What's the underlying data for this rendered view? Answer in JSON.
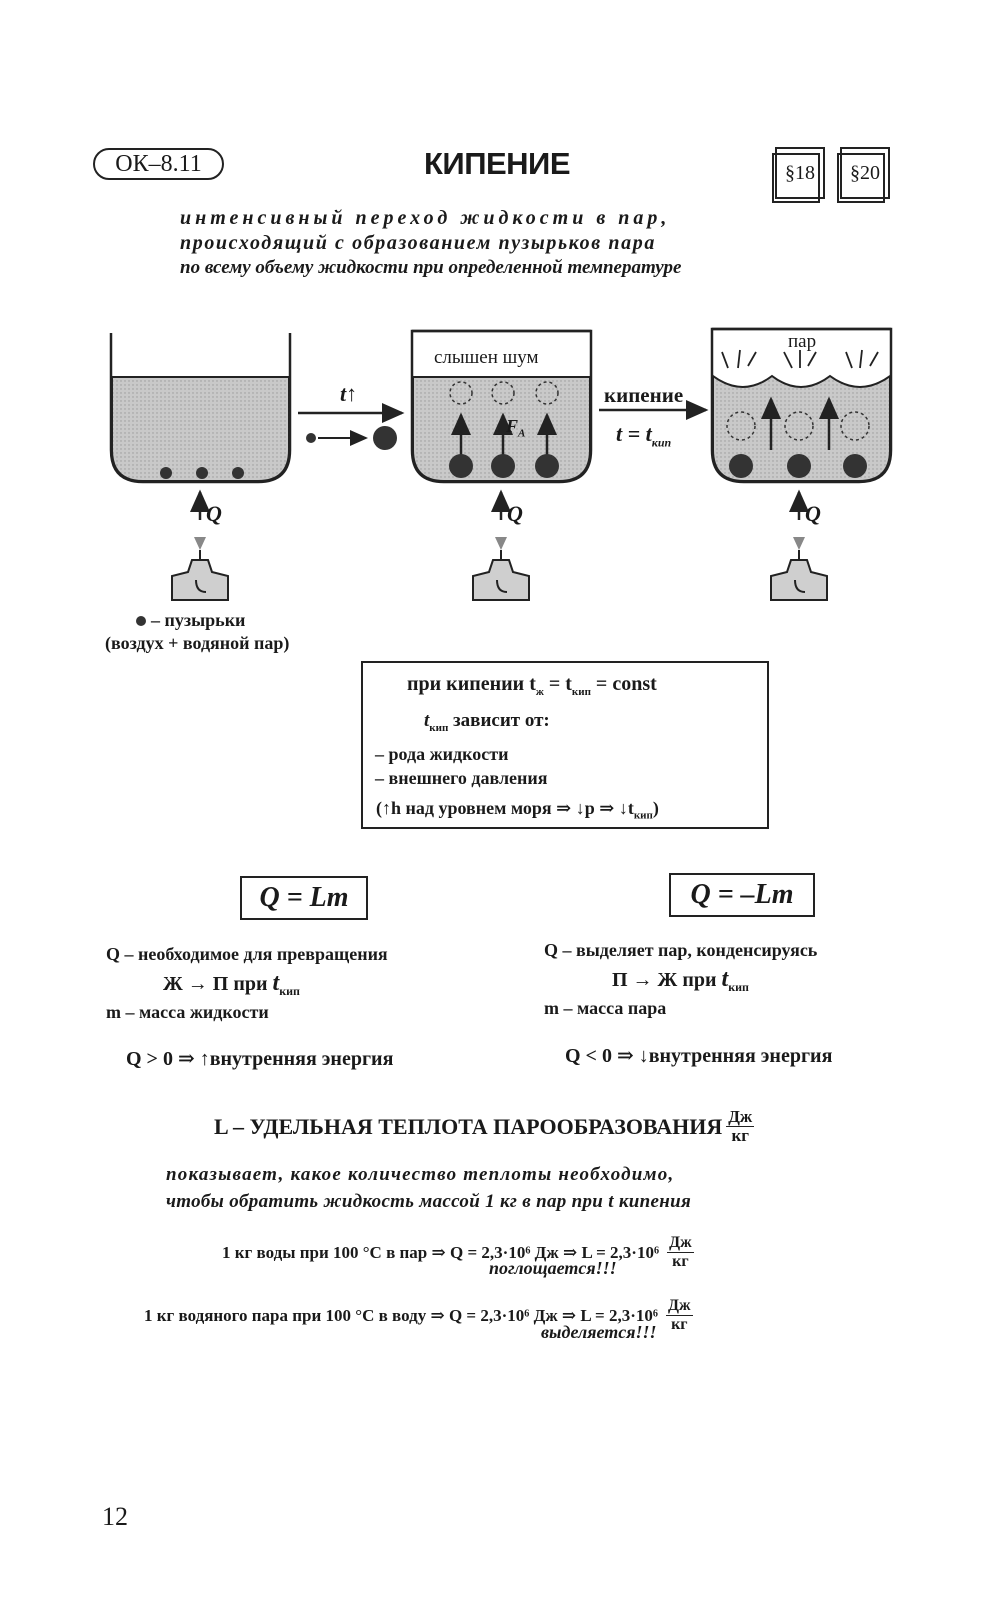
{
  "header": {
    "code": "ОК–8.11",
    "title": "КИПЕНИЕ",
    "refs": [
      "§18",
      "§20"
    ]
  },
  "definition": {
    "line1": "интенсивный переход жидкости в пар,",
    "line2": "происходящий с образованием пузырьков пара",
    "line3": "по всему объему жидкости при определенной температуре"
  },
  "diagram": {
    "noise_label": "слышен шум",
    "steam_label": "пар",
    "heat_arrow_label": "t↑",
    "boiling_label": "кипение",
    "boiling_temp": "t = t",
    "boiling_temp_sub": "кип",
    "buoyancy_label": "F",
    "buoyancy_sub": "A",
    "heat_label": "Q",
    "legend_line1": "– пузырьки",
    "legend_line2": "(воздух + водяной пар)"
  },
  "info_box": {
    "line1_pre": "при кипении t",
    "line1_sub1": "ж",
    "line1_mid": " = t",
    "line1_sub2": "кип",
    "line1_post": " = const",
    "line2_t": "t",
    "line2_sub": "кип",
    "line2_text": " зависит от:",
    "line3": "– рода жидкости",
    "line4": "– внешнего давления",
    "line5_pre": "(↑h над уровнем моря ⇒ ↓p ⇒ ↓t",
    "line5_sub": "кип",
    "line5_post": ")"
  },
  "left_col": {
    "formula": "Q = Lm",
    "desc1": "Q – необходимое для превращения",
    "desc2_pre": "Ж → П при ",
    "desc2_t": "t",
    "desc2_sub": "кип",
    "desc3": "m – масса жидкости",
    "energy": "Q > 0 ⇒ ↑внутренняя энергия"
  },
  "right_col": {
    "formula": "Q = –Lm",
    "desc1": "Q – выделяет пар, конденсируясь",
    "desc2_pre": "П → Ж при ",
    "desc2_t": "t",
    "desc2_sub": "кип",
    "desc3": "m – масса пара",
    "energy": "Q < 0 ⇒ ↓внутренняя энергия"
  },
  "latent": {
    "heading": "L – УДЕЛЬНАЯ ТЕПЛОТА ПАРООБРАЗОВАНИЯ",
    "unit_num": "Дж",
    "unit_den": "кг",
    "shows1": "показывает, какое количество теплоты необходимо,",
    "shows2": "чтобы обратить жидкость массой 1 кг в пар при t кипения",
    "ex1": "1 кг воды при 100 °С в пар ⇒ Q = 2,3·10⁶ Дж ⇒ L = 2,3·10⁶",
    "ex1_note": "поглощается!!!",
    "ex2": "1 кг водяного пара при 100 °С в воду ⇒ Q = 2,3·10⁶ Дж ⇒ L = 2,3·10⁶",
    "ex2_note": "выделяется!!!"
  },
  "page_number": "12"
}
